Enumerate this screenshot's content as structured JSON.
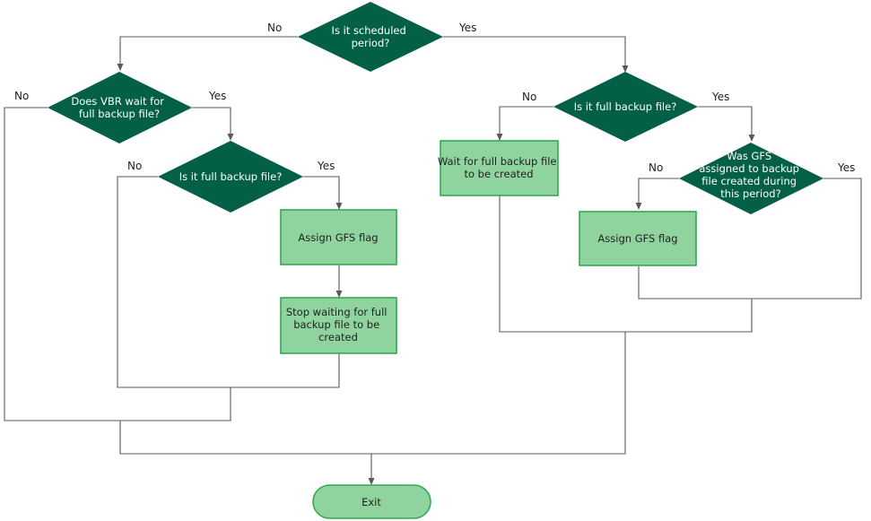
{
  "nodes": {
    "scheduled": {
      "lines": [
        "Is it scheduled",
        "period?"
      ]
    },
    "vbr_wait": {
      "lines": [
        "Does VBR wait for",
        "full backup file?"
      ]
    },
    "full_left": {
      "lines": [
        "Is it full backup file?"
      ]
    },
    "full_right": {
      "lines": [
        "Is it full backup file?"
      ]
    },
    "gfs_assigned": {
      "lines": [
        "Was GFS",
        "assigned to backup",
        "file created during",
        "this period?"
      ]
    },
    "assign_left": {
      "lines": [
        "Assign GFS flag"
      ]
    },
    "stop_waiting": {
      "lines": [
        "Stop waiting for full",
        "backup file to be",
        "created"
      ]
    },
    "wait_full": {
      "lines": [
        "Wait for full backup file",
        "to be created"
      ]
    },
    "assign_right": {
      "lines": [
        "Assign GFS flag"
      ]
    },
    "exit": {
      "lines": [
        "Exit"
      ]
    }
  },
  "branch_labels": {
    "scheduled_no": "No",
    "scheduled_yes": "Yes",
    "vbr_no": "No",
    "vbr_yes": "Yes",
    "full_left_no": "No",
    "full_left_yes": "Yes",
    "full_right_no": "No",
    "full_right_yes": "Yes",
    "gfs_no": "No",
    "gfs_yes": "Yes"
  },
  "colors": {
    "decision_fill": "#035f46",
    "process_fill": "#8fd49e",
    "process_border": "#34a853",
    "connector": "#5a5a5a"
  }
}
